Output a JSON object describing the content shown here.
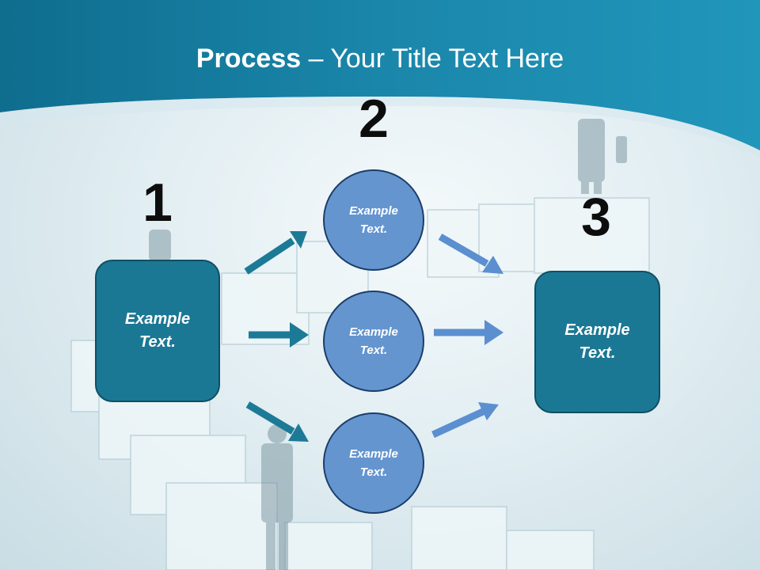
{
  "slide": {
    "title_bold": "Process",
    "title_rest": " – Your Title Text Here"
  },
  "steps": [
    {
      "number": "1",
      "text": "Example\nText."
    },
    {
      "number": "2",
      "items": [
        "Example\nText.",
        "Example\nText.",
        "Example\nText."
      ]
    },
    {
      "number": "3",
      "text": "Example\nText."
    }
  ],
  "colors": {
    "header": "#1a7fa3",
    "box_fill": "#1b7894",
    "circle_fill": "#6495cf",
    "arrow_dark": "#1d7a96",
    "arrow_light": "#5b8fd0"
  }
}
